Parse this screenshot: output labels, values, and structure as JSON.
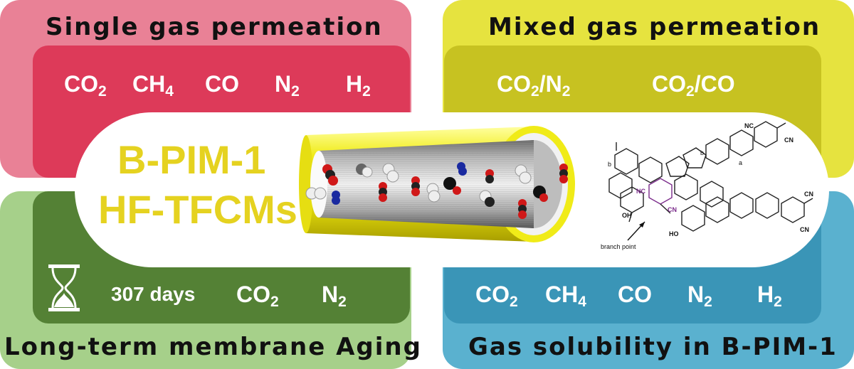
{
  "colors": {
    "single_outer": "#e98196",
    "single_inner": "#dd3a59",
    "mixed_outer": "#e6e33f",
    "mixed_inner": "#c7c221",
    "aging_outer": "#a6d08a",
    "aging_inner": "#548135",
    "solubility_outer": "#5ab1cf",
    "solubility_inner": "#3a95b7",
    "center_text": "#e5d220",
    "fiber_yellow": "#f0eb18"
  },
  "single_gas": {
    "title": "Single gas permeation",
    "gases": [
      {
        "base": "CO",
        "sub": "2"
      },
      {
        "base": "CH",
        "sub": "4"
      },
      {
        "base": "CO",
        "sub": ""
      },
      {
        "base": "N",
        "sub": "2"
      },
      {
        "base": "H",
        "sub": "2"
      }
    ]
  },
  "mixed_gas": {
    "title": "Mixed gas permeation",
    "gases": [
      {
        "base": "CO",
        "sub": "2",
        "tail": "/N",
        "tail_sub": "2"
      },
      {
        "base": "CO",
        "sub": "2",
        "tail": "/CO",
        "tail_sub": ""
      }
    ]
  },
  "aging": {
    "title": "Long-term membrane Aging",
    "icon": "hourglass-icon",
    "duration": "307 days",
    "gases": [
      {
        "base": "CO",
        "sub": "2"
      },
      {
        "base": "N",
        "sub": "2"
      }
    ]
  },
  "solubility": {
    "title": "Gas solubility in B-PIM-1",
    "gases": [
      {
        "base": "CO",
        "sub": "2"
      },
      {
        "base": "CH",
        "sub": "4"
      },
      {
        "base": "CO",
        "sub": ""
      },
      {
        "base": "N",
        "sub": "2"
      },
      {
        "base": "H",
        "sub": "2"
      }
    ]
  },
  "center": {
    "line1": "B-PIM-1",
    "line2": "HF-TFCMs"
  },
  "structure": {
    "labels": {
      "nc_top": "NC",
      "cn_top": "CN",
      "a1": "a",
      "b1": "b",
      "b2": "b",
      "nc_mid": "NC",
      "cn_mid": "CN",
      "oh_left": "OH",
      "ho_mid": "HO",
      "cn_right1": "CN",
      "cn_right2": "CN",
      "branch": "branch point"
    }
  }
}
